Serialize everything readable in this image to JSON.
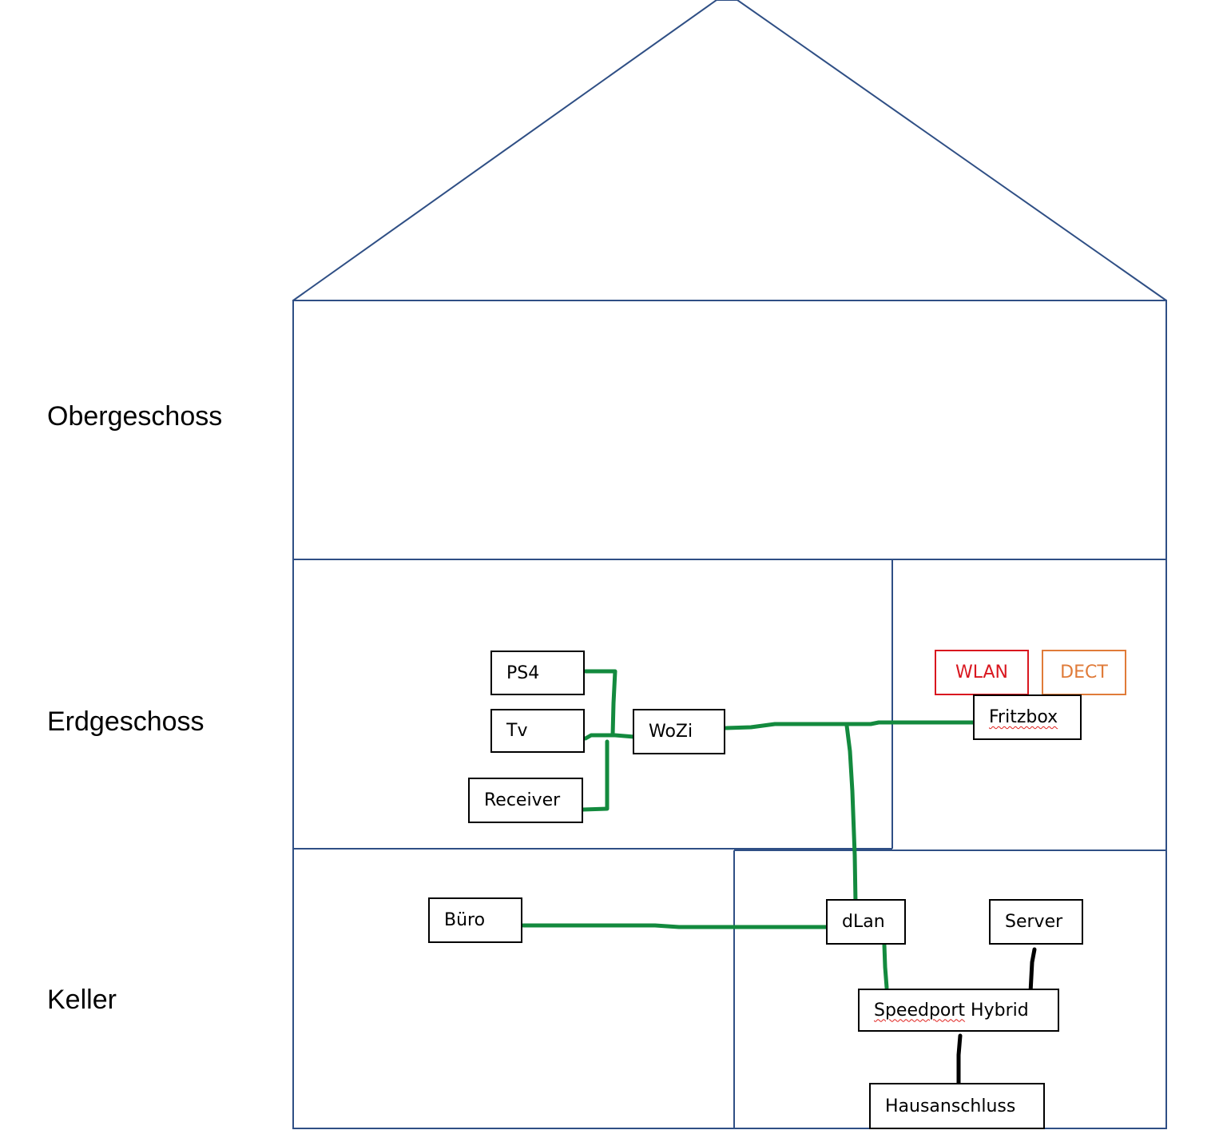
{
  "diagram": {
    "title": "Heimnetz Hausplan",
    "colors": {
      "outline": "#2f4f85",
      "lan_cable": "#138a3e",
      "other_cable": "#000000",
      "wlan": "#d9171f",
      "dect": "#e07b39",
      "spellcheck": "#e0201c"
    },
    "floors": [
      {
        "id": "og",
        "label": "Obergeschoss"
      },
      {
        "id": "eg",
        "label": "Erdgeschoss"
      },
      {
        "id": "kg",
        "label": "Keller"
      }
    ],
    "nodes": {
      "ps4": "PS4",
      "tv": "Tv",
      "receiver": "Receiver",
      "wozi": "WoZi",
      "wlan": "WLAN",
      "dect": "DECT",
      "fritzbox": "Fritzbox",
      "buero": "Büro",
      "dlan": "dLan",
      "server": "Server",
      "speedport_a": "Speedport",
      "speedport_b": " Hybrid",
      "hausanschluss": "Hausanschluss"
    },
    "connections": [
      {
        "from": "PS4",
        "to": "WoZi",
        "type": "lan"
      },
      {
        "from": "Tv",
        "to": "WoZi",
        "type": "lan"
      },
      {
        "from": "Receiver",
        "to": "WoZi",
        "type": "lan"
      },
      {
        "from": "WoZi",
        "to": "Fritzbox",
        "type": "lan"
      },
      {
        "from": "WoZi",
        "to": "dLan",
        "type": "lan"
      },
      {
        "from": "Büro",
        "to": "dLan",
        "type": "lan"
      },
      {
        "from": "dLan",
        "to": "Speedport Hybrid",
        "type": "lan"
      },
      {
        "from": "Server",
        "to": "Speedport Hybrid",
        "type": "other"
      },
      {
        "from": "Speedport Hybrid",
        "to": "Hausanschluss",
        "type": "other"
      }
    ]
  }
}
